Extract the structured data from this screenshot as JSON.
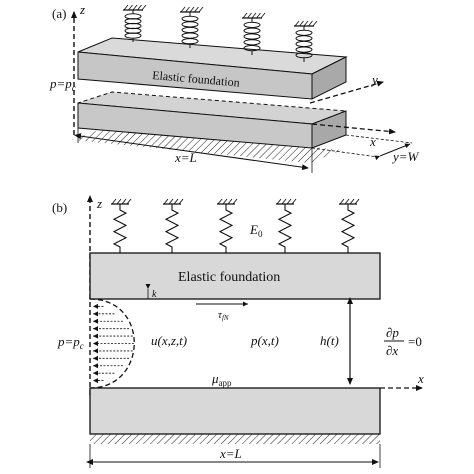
{
  "panel_a": {
    "label": "(a)",
    "axis_z": "z",
    "axis_y": "y",
    "axis_x": "x",
    "block_title": "Elastic foundation",
    "p_label": "p=p",
    "p_sub": "c",
    "length_label": "x=L",
    "width_label": "y=W"
  },
  "panel_b": {
    "label": "(b)",
    "axis_z": "z",
    "axis_x": "x",
    "block_title": "Elastic foundation",
    "modulus": "E",
    "modulus_sub": "0",
    "roughness": "k",
    "shear_label": "τ",
    "shear_sub": "fN",
    "p_label": "p=p",
    "p_sub": "c",
    "velocity": "u(x,z,t)",
    "pressure": "p(x,t)",
    "gap": "h(t)",
    "dpdx_num": "∂p",
    "dpdx_den": "∂x",
    "dpdx_eq": "=0",
    "viscosity": "μ",
    "viscosity_sub": "app",
    "length_label": "x=L"
  },
  "colors": {
    "block_top": "#d9d9d9",
    "block_front": "#c6c6c6",
    "block_side": "#a9a9a9",
    "block_flat": "#d8d8d8",
    "stroke": "#111111"
  }
}
